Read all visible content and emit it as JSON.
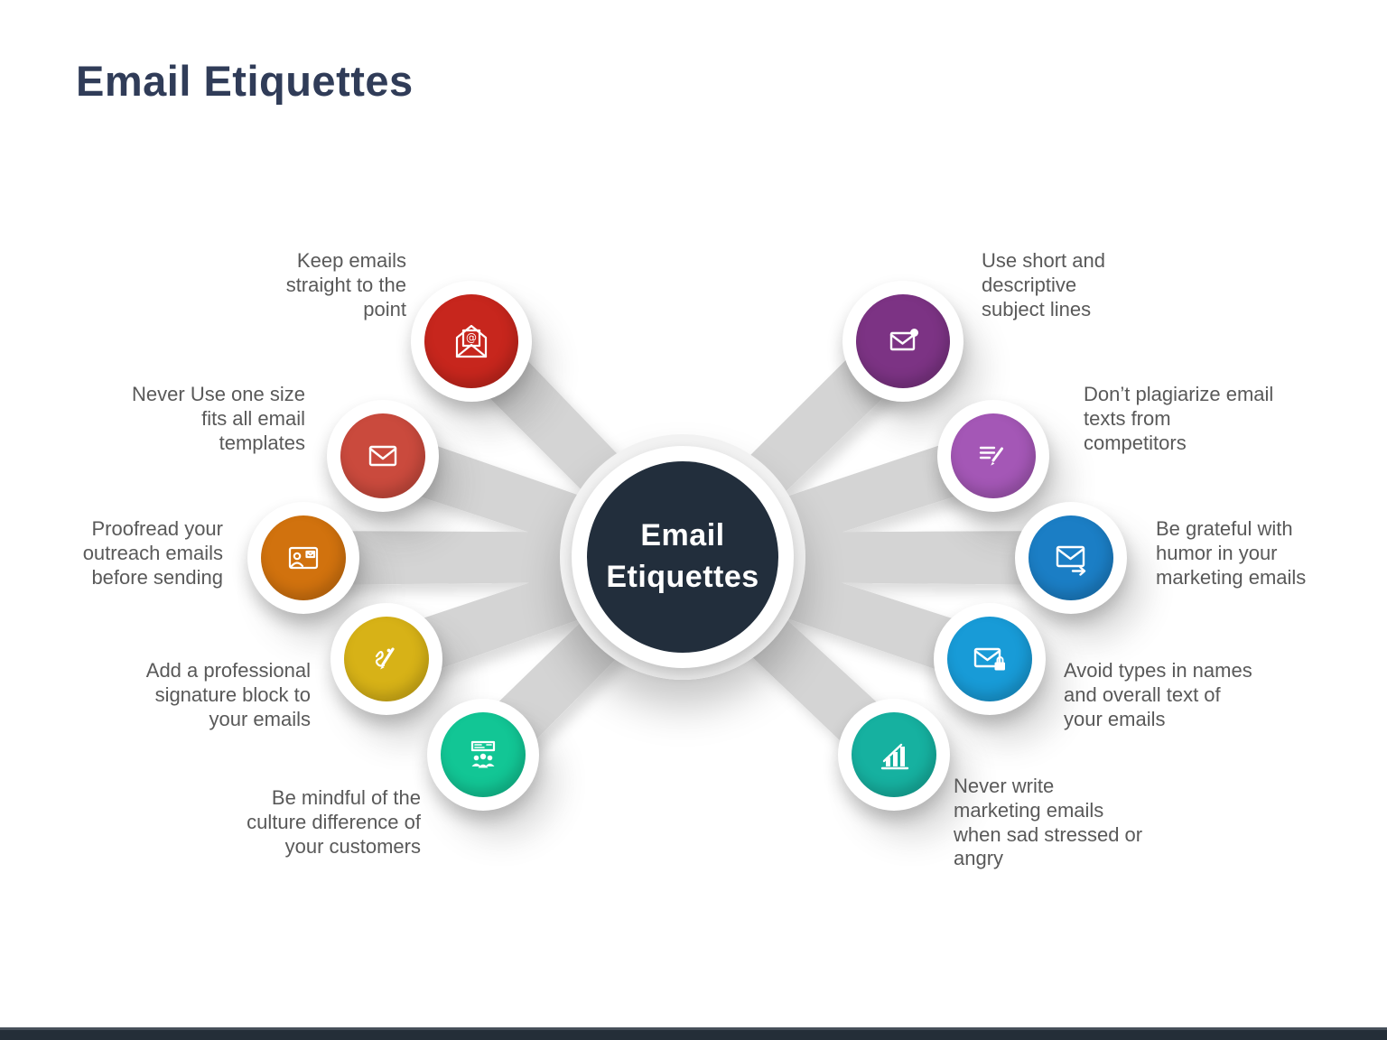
{
  "slide": {
    "title": "Email Etiquettes",
    "background_color": "#ffffff",
    "title_color": "#303c58",
    "spoke_color": "#d4d4d4",
    "bottom_bar_color": "#242e38",
    "label_text_color": "#595959"
  },
  "hub": {
    "label": "Email\nEtiquettes",
    "color": "#222e3c",
    "text_color": "#ffffff"
  },
  "items": [
    {
      "id": "keep-emails-straight",
      "side": "left",
      "label": "Keep emails\nstraight to the\npoint",
      "icon": "open-envelope-at-icon",
      "color": "#c7261d"
    },
    {
      "id": "one-size-templates",
      "side": "left",
      "label": "Never Use one size\nfits all email\ntemplates",
      "icon": "closed-envelope-icon",
      "color": "#ca4a3d"
    },
    {
      "id": "proofread-outreach",
      "side": "left",
      "label": "Proofread your\noutreach emails\nbefore sending",
      "icon": "contact-card-icon",
      "color": "#d1720e"
    },
    {
      "id": "signature-block",
      "side": "left",
      "label": "Add a professional\nsignature block to\nyour emails",
      "icon": "signature-pen-icon",
      "color": "#d7b217"
    },
    {
      "id": "culture-difference",
      "side": "left",
      "label": "Be mindful of the\nculture difference of\nyour customers",
      "icon": "audience-board-icon",
      "color": "#12c695"
    },
    {
      "id": "subject-lines",
      "side": "right",
      "label": "Use short and\ndescriptive\nsubject lines",
      "icon": "envelope-notification-icon",
      "color": "#7c3384"
    },
    {
      "id": "dont-plagiarize",
      "side": "right",
      "label": "Don’t plagiarize email\ntexts from\ncompetitors",
      "icon": "compose-edit-icon",
      "color": "#a457b6"
    },
    {
      "id": "grateful-humor",
      "side": "right",
      "label": "Be grateful with\nhumor in your\nmarketing emails",
      "icon": "envelope-send-icon",
      "color": "#1b7ec5"
    },
    {
      "id": "avoid-typos",
      "side": "right",
      "label": "Avoid types in names\nand overall text of\nyour emails",
      "icon": "envelope-lock-icon",
      "color": "#189bd7"
    },
    {
      "id": "never-write-sad",
      "side": "right",
      "label": "Never write\nmarketing emails\nwhen sad stressed or\nangry",
      "icon": "bar-chart-icon",
      "color": "#16b1a0"
    }
  ]
}
